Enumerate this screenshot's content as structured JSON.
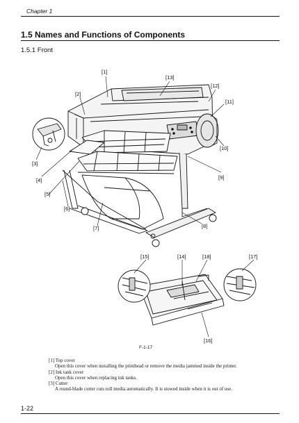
{
  "header": {
    "chapter": "Chapter 1"
  },
  "section": {
    "title": "1.5 Names and Functions of Components"
  },
  "subsection": {
    "title": "1.5.1 Front"
  },
  "figure": {
    "label": "F-1-17",
    "callouts": [
      "[1]",
      "[2]",
      "[3]",
      "[4]",
      "[5]",
      "[6]",
      "[7]",
      "[8]",
      "[9]",
      "[10]",
      "[11]",
      "[12]",
      "[13]",
      "[14]",
      "[15]",
      "[16]",
      "[17]",
      "[18]"
    ]
  },
  "descriptions": [
    {
      "title": "[1] Top cover",
      "body": "Open this cover when installing the printhead or remove the media jammed inside the printer."
    },
    {
      "title": "[2] Ink tank cover",
      "body": "Open this cover when replacing ink tanks."
    },
    {
      "title": "[3] Cutter",
      "body": "A round-blade cutter cuts roll media automatically. It is stowed inside when it is out of use."
    }
  ],
  "footer": {
    "page_number": "1-22"
  }
}
